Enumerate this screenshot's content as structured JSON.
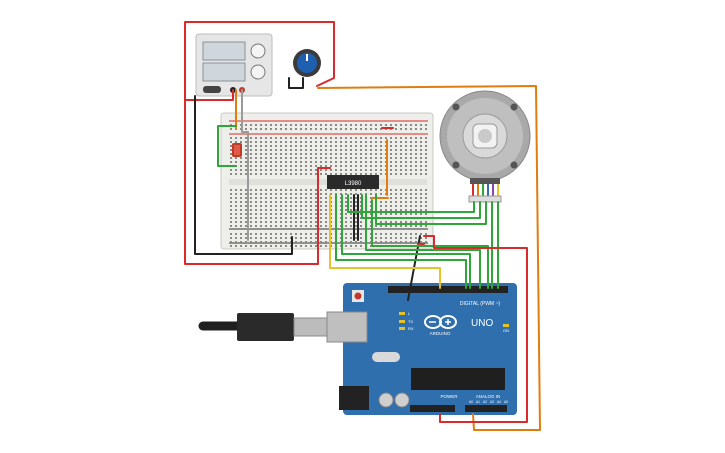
{
  "ic": {
    "label": "L3980"
  },
  "arduino": {
    "model": "UNO",
    "brand": "ARDUINO",
    "digital_header": "DIGITAL (PWM ~)",
    "power_label": "POWER",
    "analog_label": "ANALOG IN",
    "led_tx": "TX",
    "led_rx": "RX",
    "led_l": "L",
    "led_on": "ON",
    "analog_pins": [
      "A0",
      "A1",
      "A2",
      "A3",
      "A4",
      "A5"
    ]
  },
  "colors": {
    "wire_red": "#d92b2b",
    "wire_black": "#222222",
    "wire_green": "#2fa63a",
    "wire_orange": "#e07d10",
    "wire_yellow": "#e8c22a",
    "wire_gray": "#9a9a9a",
    "arduino_blue": "#2f6fae",
    "breadboard": "#eeeeea"
  }
}
